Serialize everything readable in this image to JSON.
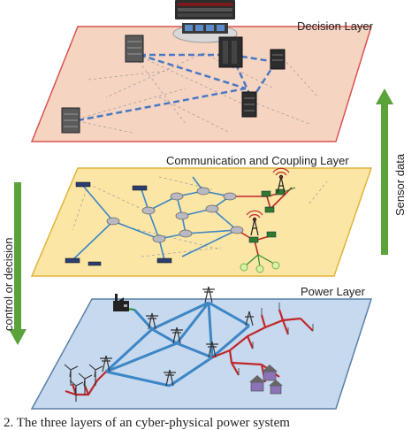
{
  "layers": {
    "decision": {
      "label": "Decision Layer",
      "fill": "#f6d4c2",
      "stroke": "#d9534f"
    },
    "communication": {
      "label": "Communication and Coupling  Layer",
      "fill": "#fbe6a6",
      "stroke": "#e0b43a"
    },
    "power": {
      "label": "Power  Layer",
      "fill": "#c6d9ee",
      "stroke": "#5a7fa8"
    }
  },
  "arrows": {
    "left": {
      "label": "control or decision",
      "color": "#5aa23a"
    },
    "right": {
      "label": "Sensor data",
      "color": "#5aa23a"
    }
  },
  "colors": {
    "link_blue": "#3d86c6",
    "link_dashed": "#4a78c2",
    "link_red": "#c0262b",
    "link_green": "#2e8b2e",
    "tower": "#333333"
  },
  "icons": [
    "control-room-icon",
    "server-icon",
    "router-icon",
    "antenna-icon",
    "transmission-tower-icon",
    "factory-icon",
    "wind-turbine-icon",
    "house-icon",
    "light-bulb-icon"
  ],
  "caption": "2.  The three layers of an cyber-physical power system"
}
